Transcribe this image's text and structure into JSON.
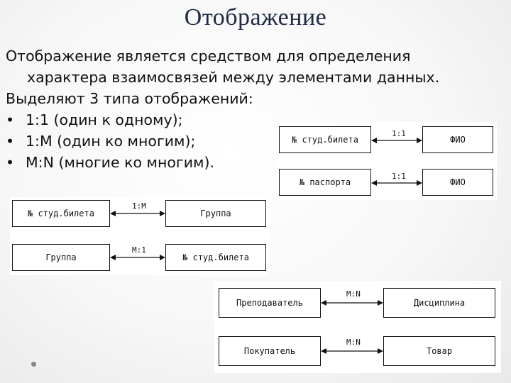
{
  "slide": {
    "title": "Отображение",
    "paragraph_line1": "Отображение является средством для определения",
    "paragraph_line2": "характера взаимосвязей между элементами данных.",
    "intro": "Выделяют 3 типа отображений:",
    "bullets": [
      "1:1 (один к одному);",
      "1:M (один ко многим);",
      "M:N (многие ко многим)."
    ],
    "bullet_symbol": "•"
  },
  "diagrams": {
    "one_to_one": [
      {
        "left": "№ студ.билета",
        "relation": "1:1",
        "right": "ФИО"
      },
      {
        "left": "№ паспорта",
        "relation": "1:1",
        "right": "ФИО"
      }
    ],
    "one_to_many": [
      {
        "left": "№ студ.билета",
        "relation": "1:М",
        "right": "Группа"
      },
      {
        "left": "Группа",
        "relation": "М:1",
        "right": "№ студ.билета"
      }
    ],
    "many_to_many": [
      {
        "left": "Преподаватель",
        "relation": "M:N",
        "right": "Дисциплина"
      },
      {
        "left": "Покупатель",
        "relation": "M:N",
        "right": "Товар"
      }
    ]
  },
  "icons": {
    "arrow": "double-headed-arrow-icon",
    "footer": "dot-icon"
  }
}
